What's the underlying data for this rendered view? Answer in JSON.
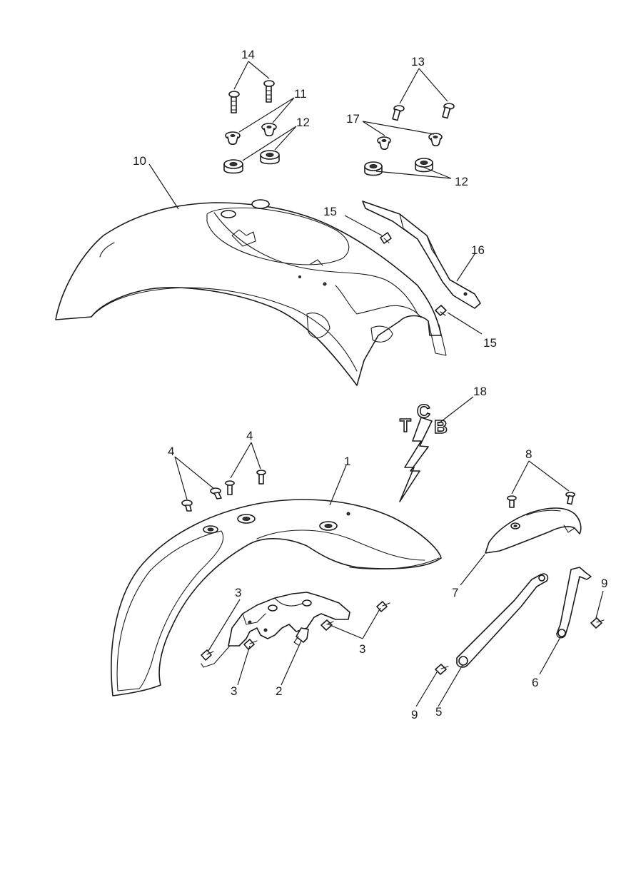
{
  "callouts": {
    "c1": "1",
    "c2": "2",
    "c3a": "3",
    "c3b": "3",
    "c3c": "3",
    "c4a": "4",
    "c4b": "4",
    "c5": "5",
    "c6": "6",
    "c7": "7",
    "c8": "8",
    "c9a": "9",
    "c9b": "9",
    "c10": "10",
    "c11": "11",
    "c12a": "12",
    "c12b": "12",
    "c13": "13",
    "c14": "14",
    "c15a": "15",
    "c15b": "15",
    "c16": "16",
    "c17": "17",
    "c18": "18"
  },
  "logo": {
    "letter_t": "T",
    "letter_c": "C",
    "letter_b": "B"
  }
}
